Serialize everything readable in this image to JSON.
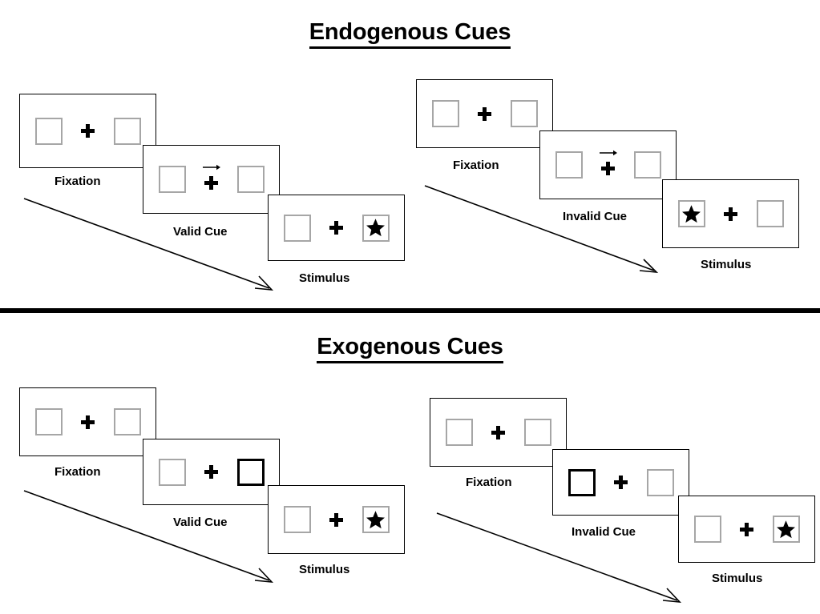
{
  "page": {
    "background": "#ffffff",
    "ink": "#000000",
    "box_outline_color": "#a6a6a6",
    "cued_box_outline_color": "#000000"
  },
  "sections": [
    {
      "id": "endogenous",
      "title": "Endogenous Cues",
      "conditions": [
        {
          "id": "endogenous-valid",
          "frames": [
            {
              "caption": "Fixation",
              "left_box": "empty",
              "right_box": "empty",
              "center": "cross",
              "cue": "none"
            },
            {
              "caption": "Valid Cue",
              "left_box": "empty",
              "right_box": "empty",
              "center": "arrow-cross",
              "cue": "arrow-right"
            },
            {
              "caption": "Stimulus",
              "left_box": "empty",
              "right_box": "star",
              "center": "cross",
              "cue": "none"
            }
          ]
        },
        {
          "id": "endogenous-invalid",
          "frames": [
            {
              "caption": "Fixation",
              "left_box": "empty",
              "right_box": "empty",
              "center": "cross",
              "cue": "none"
            },
            {
              "caption": "Invalid Cue",
              "left_box": "empty",
              "right_box": "empty",
              "center": "arrow-cross",
              "cue": "arrow-right"
            },
            {
              "caption": "Stimulus",
              "left_box": "star",
              "right_box": "empty",
              "center": "cross",
              "cue": "none"
            }
          ]
        }
      ]
    },
    {
      "id": "exogenous",
      "title": "Exogenous Cues",
      "conditions": [
        {
          "id": "exogenous-valid",
          "frames": [
            {
              "caption": "Fixation",
              "left_box": "empty",
              "right_box": "empty",
              "center": "cross",
              "cue": "none"
            },
            {
              "caption": "Valid Cue",
              "left_box": "empty",
              "right_box": "cued",
              "center": "cross",
              "cue": "box-highlight-right"
            },
            {
              "caption": "Stimulus",
              "left_box": "empty",
              "right_box": "star",
              "center": "cross",
              "cue": "none"
            }
          ]
        },
        {
          "id": "exogenous-invalid",
          "frames": [
            {
              "caption": "Fixation",
              "left_box": "empty",
              "right_box": "empty",
              "center": "cross",
              "cue": "none"
            },
            {
              "caption": "Invalid Cue",
              "left_box": "cued",
              "right_box": "empty",
              "center": "cross",
              "cue": "box-highlight-left"
            },
            {
              "caption": "Stimulus",
              "left_box": "empty",
              "right_box": "star",
              "center": "cross",
              "cue": "none"
            }
          ]
        }
      ]
    }
  ],
  "icons": {
    "fixation_cross": "fixation-cross-icon",
    "cue_arrow": "arrow-right-icon",
    "target_star": "star-icon",
    "time_flow": "time-flow-arrow-icon"
  }
}
